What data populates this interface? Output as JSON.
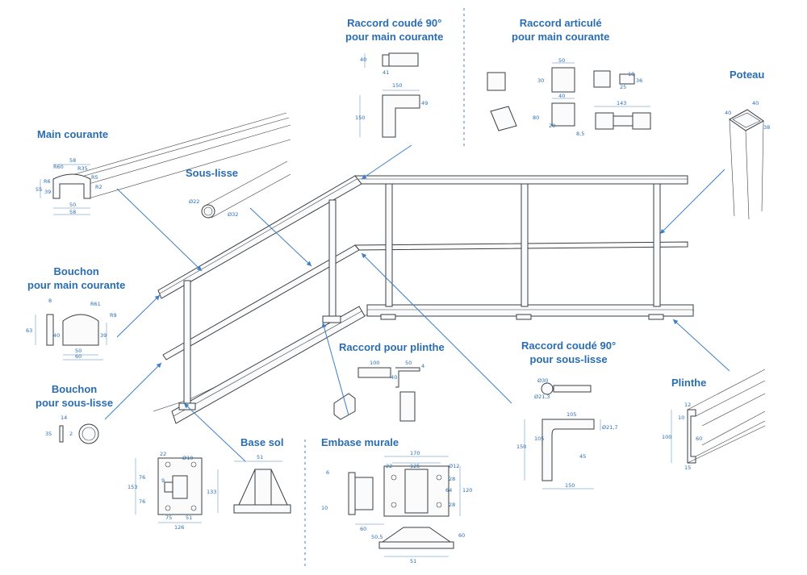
{
  "labels": {
    "main_courante": "Main courante",
    "sous_lisse": "Sous-lisse",
    "bouchon_mc_1": "Bouchon",
    "bouchon_mc_2": "pour main courante",
    "bouchon_sl_1": "Bouchon",
    "bouchon_sl_2": "pour sous-lisse",
    "base_sol": "Base sol",
    "embase_murale": "Embase murale",
    "raccord_plinthe": "Raccord pour plinthe",
    "raccord_coude_mc_1": "Raccord coudé 90°",
    "raccord_coude_mc_2": "pour main courante",
    "raccord_articule_1": "Raccord articulé",
    "raccord_articule_2": "pour main courante",
    "poteau": "Poteau",
    "raccord_coude_sl_1": "Raccord coudé 90°",
    "raccord_coude_sl_2": "pour sous-lisse",
    "plinthe": "Plinthe"
  },
  "dims": {
    "mc": [
      "58",
      "R60",
      "R35",
      "R6",
      "55",
      "39",
      "R5",
      "R2",
      "50",
      "58"
    ],
    "sl": [
      "Ø22",
      "Ø32"
    ],
    "bmc": [
      "R61",
      "R9",
      "63",
      "40",
      "39",
      "50",
      "60",
      "8"
    ],
    "bsl": [
      "14",
      "35",
      "2"
    ],
    "base": [
      "22",
      "Ø10",
      "153",
      "76",
      "76",
      "9",
      "75",
      "51",
      "126",
      "51",
      "133"
    ],
    "emb": [
      "170",
      "125",
      "22",
      "Ø12",
      "6",
      "120",
      "64",
      "28",
      "28",
      "10",
      "60",
      "50,5",
      "60",
      "51"
    ],
    "rplinthe": [
      "100",
      "50",
      "40",
      "4"
    ],
    "rcmc": [
      "40",
      "41",
      "150",
      "49",
      "150"
    ],
    "rart": [
      "50",
      "30",
      "36",
      "18",
      "25",
      "40",
      "80",
      "20",
      "8,5",
      "143"
    ],
    "poteau": [
      "40",
      "40",
      "38"
    ],
    "rcsl": [
      "Ø30",
      "Ø21,3",
      "Ø21,7",
      "105",
      "150",
      "105",
      "45",
      "150"
    ],
    "plinthe": [
      "12",
      "10",
      "100",
      "60",
      "15"
    ]
  }
}
